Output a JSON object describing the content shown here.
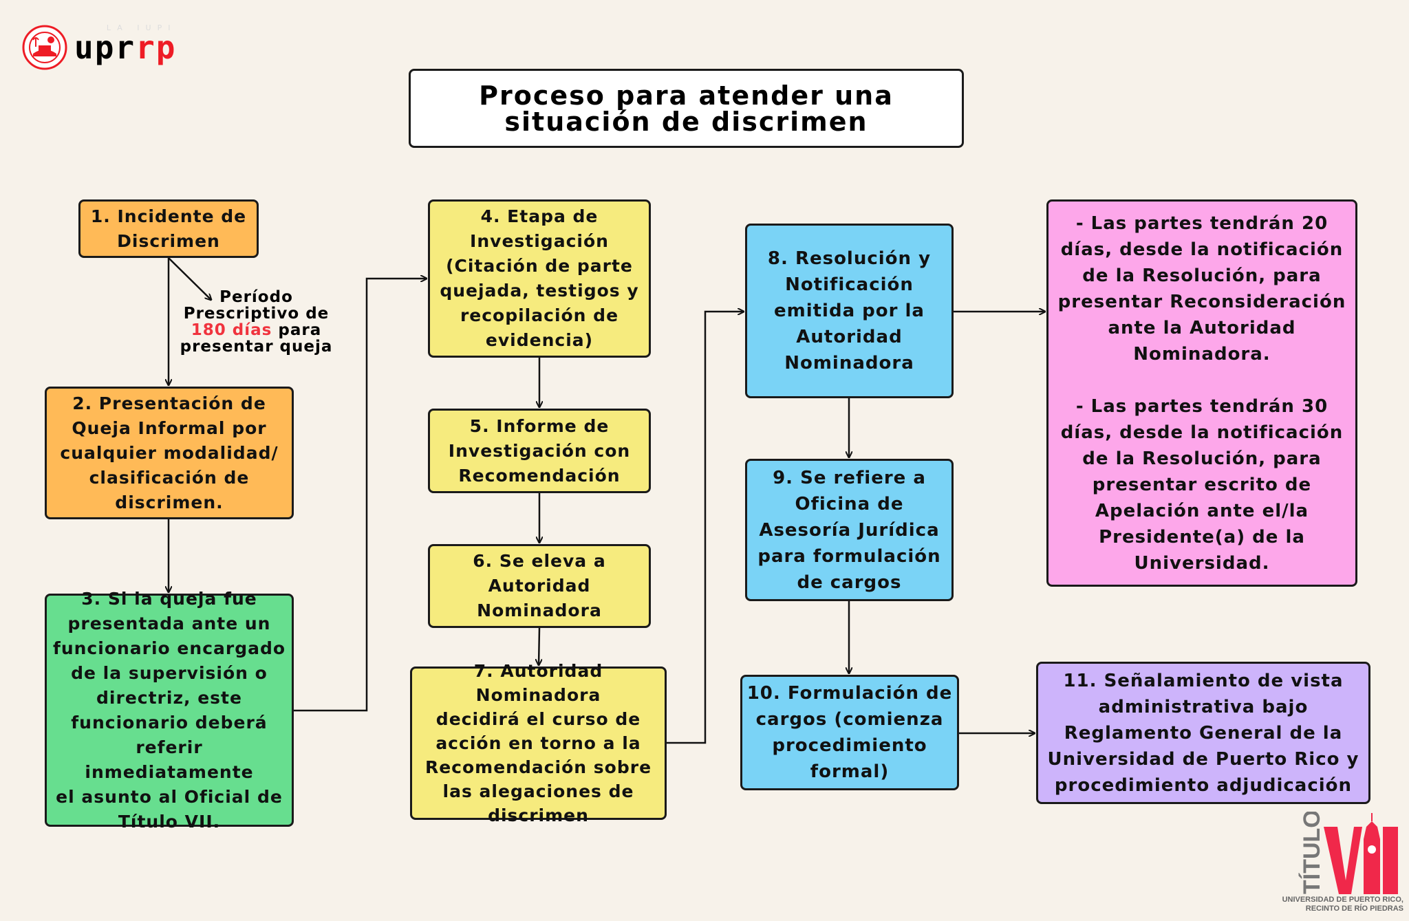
{
  "logo": {
    "word_black": "upr",
    "word_red": "rp",
    "tagline": "LA IUPI"
  },
  "title": "Proceso para atender una\nsituación de discrimen",
  "period": {
    "before": "Período\nPrescriptivo de\n",
    "highlight": "180 días",
    "after": " para\npresentar queja",
    "highlight_color": "#F0333E"
  },
  "steps": {
    "s1": "1. Incidente de\nDiscrimen",
    "s2": "2.  Presentación de\nQueja Informal por\ncualquier modalidad/\nclasificación de\ndiscrimen.",
    "s3": "3. Si la queja fue\npresentada ante un\nfuncionario encargado\nde la supervisión o\ndirectriz, este\nfuncionario deberá\nreferir inmediatamente\nel asunto al Oficial de\nTítulo VII.",
    "s4": "4. Etapa de\nInvestigación\n(Citación de parte\nquejada, testigos y\nrecopilación de\nevidencia)",
    "s5": "5. Informe de\nInvestigación con\nRecomendación",
    "s6": "6. Se eleva a\nAutoridad\nNominadora",
    "s7": "7. Autoridad Nominadora\ndecidirá el curso de\nacción en torno a la\nRecomendación sobre\nlas alegaciones de\ndiscrimen",
    "s8": "8. Resolución y\nNotificación\nemitida por la\nAutoridad\nNominadora",
    "s9": "9. Se refiere a\nOficina de\nAsesoría Jurídica\npara formulación\nde cargos",
    "s10": "10. Formulación de\ncargos (comienza\nprocedimiento\nformal)",
    "deadlines": "- Las partes tendrán 20\ndías, desde la notificación\nde la Resolución, para\npresentar Reconsideración\nante la Autoridad\nNominadora.\n\n- Las partes tendrán 30\ndías, desde la notificación\nde la Resolución, para\npresentar escrito de\nApelación ante el/la\nPresidente(a) de la\nUniversidad.",
    "s11": "11. Señalamiento de vista\nadministrativa bajo\nReglamento General de la\nUniversidad de Puerto Rico y\nprocedimiento adjudicación"
  },
  "badge": {
    "word": "TÍTULO",
    "numeral": "VII",
    "caption": "UNIVERSIDAD DE PUERTO RICO, RECINTO DE RÍO PIEDRAS"
  },
  "colors": {
    "orange": "#FFBA57",
    "green": "#67DE8F",
    "yellow": "#F6EB7E",
    "blue": "#7AD3F6",
    "pink": "#FDA7EA",
    "purple": "#CDB4FB",
    "brand_red": "#EE1C25"
  }
}
